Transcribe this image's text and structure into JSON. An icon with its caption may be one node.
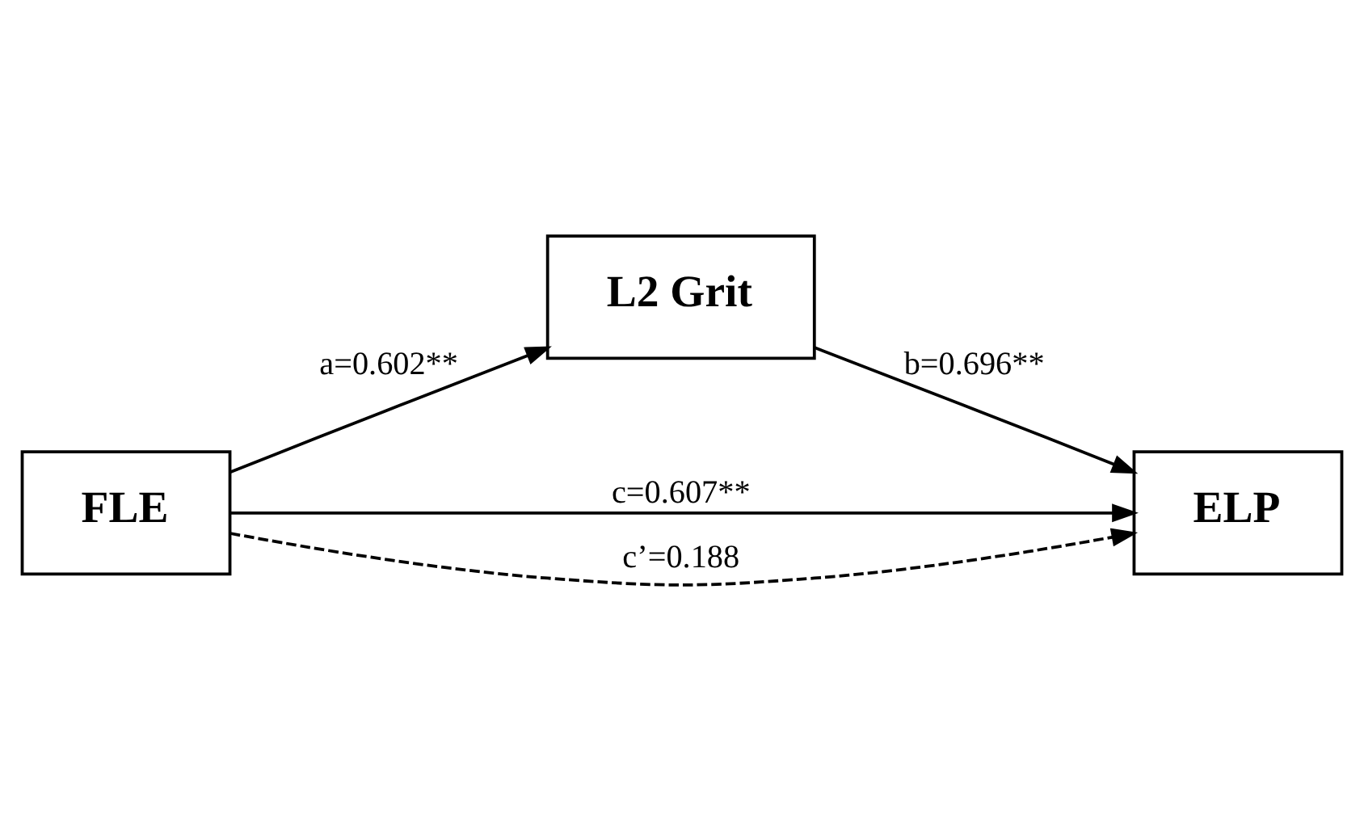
{
  "diagram": {
    "nodes": [
      {
        "text": [
          "FLE"
        ]
      },
      {
        "text": [
          "L2 Grit"
        ]
      },
      {
        "text": [
          "ELP"
        ]
      }
    ],
    "edges": [
      {
        "from": 0,
        "to": 1,
        "arrow": "to",
        "label": "a=0.602**"
      },
      {
        "from": 1,
        "to": 2,
        "arrow": "to",
        "label": "b=0.696**"
      },
      {
        "from": 0,
        "to": 2,
        "arrow": "to",
        "label": "c=0.607**"
      },
      {
        "from": 0,
        "to": 2,
        "arrow": "to",
        "label": "c’=0.188",
        "style": "dashed"
      }
    ]
  }
}
